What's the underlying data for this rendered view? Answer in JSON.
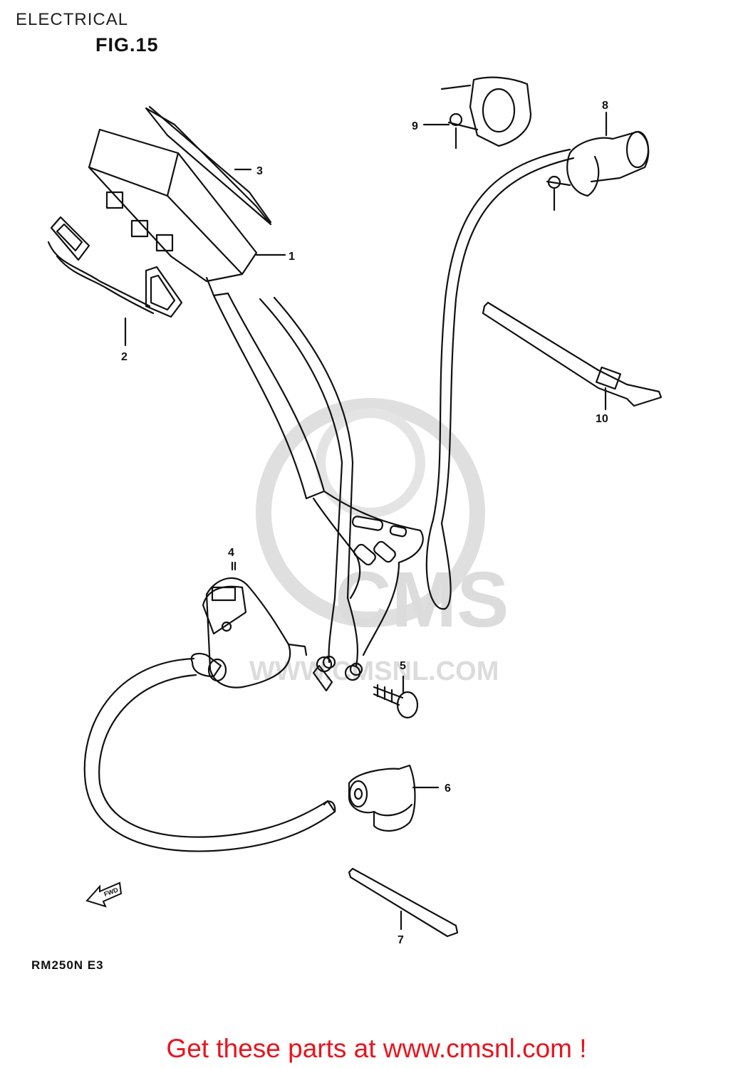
{
  "header": {
    "section": "ELECTRICAL",
    "figure": "FIG.15"
  },
  "model_code": "RM250N E3",
  "fwd_arrow_label": "FWD",
  "watermark": {
    "logo_text": "CMS",
    "url": "WWW.CMSNL.COM"
  },
  "callouts": [
    {
      "id": "1",
      "label": "1"
    },
    {
      "id": "2",
      "label": "2"
    },
    {
      "id": "3",
      "label": "3"
    },
    {
      "id": "4",
      "label": "4"
    },
    {
      "id": "5",
      "label": "5"
    },
    {
      "id": "6",
      "label": "6"
    },
    {
      "id": "7",
      "label": "7"
    },
    {
      "id": "8",
      "label": "8"
    },
    {
      "id": "9",
      "label": "9"
    },
    {
      "id": "10",
      "label": "10"
    }
  ],
  "cta": "Get these parts at www.cmsnl.com !",
  "colors": {
    "cta": "#e8141d",
    "line": "#111111",
    "watermark": "#d9d9d9"
  }
}
